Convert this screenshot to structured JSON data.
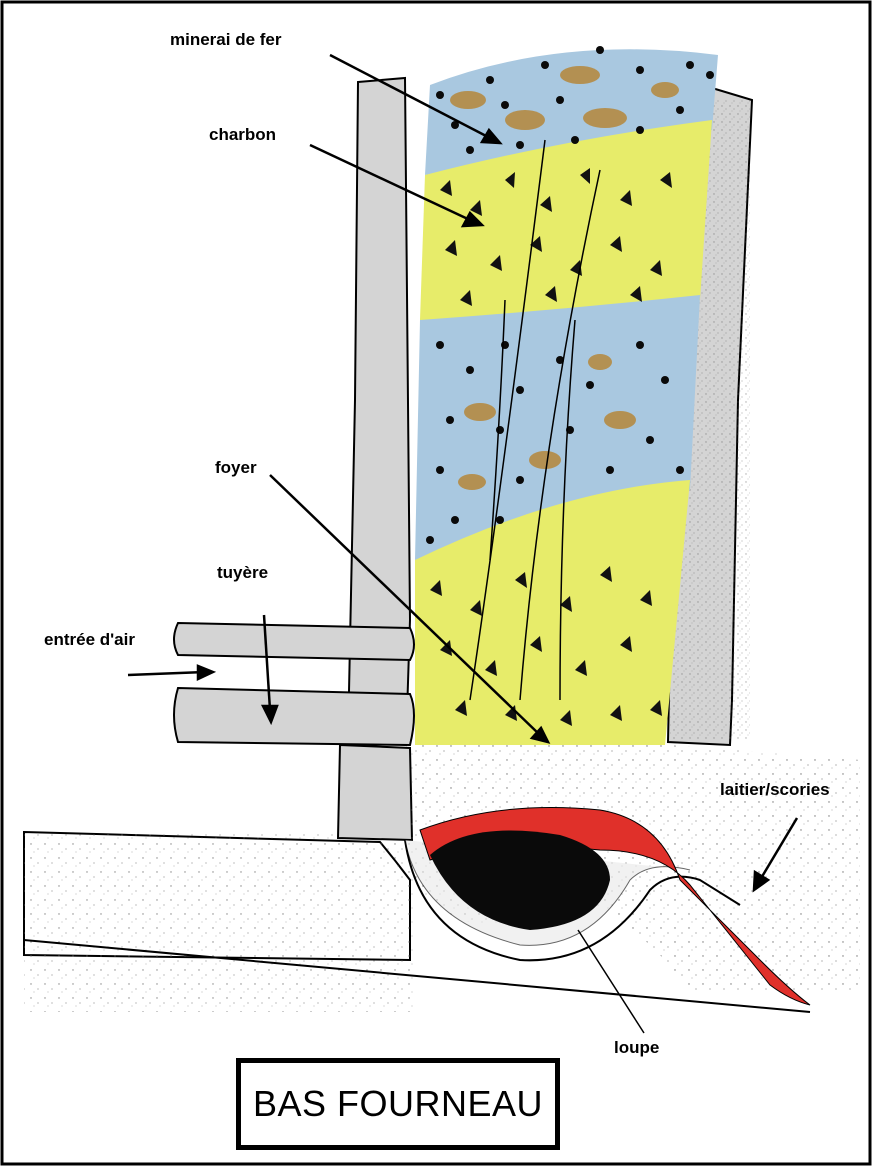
{
  "title": "BAS FOURNEAU",
  "labels": {
    "iron_ore": "minerai de fer",
    "charcoal": "charbon",
    "hearth": "foyer",
    "tuyere": "tuyère",
    "air_inlet": "entrée d'air",
    "slag": "laitier/scories",
    "bloom": "loupe"
  },
  "colors": {
    "ore_layer": "#a9c8e0",
    "charcoal_layer": "#e7ec6a",
    "wall": "#d4d4d4",
    "slag": "#e0302a",
    "bloom": "#0a0a0a",
    "ore_nodule": "#b5873a"
  }
}
